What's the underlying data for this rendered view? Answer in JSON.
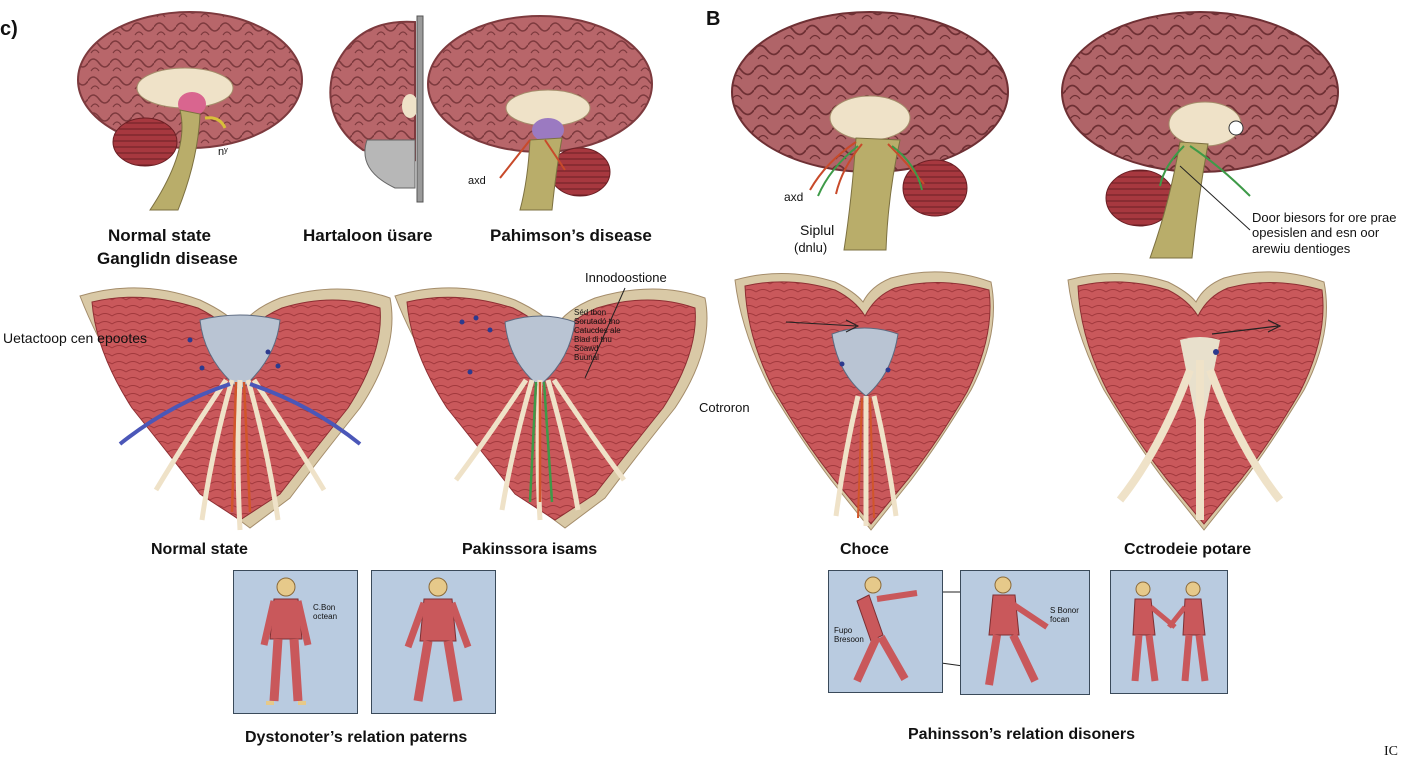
{
  "panel_c": {
    "letter": "c)",
    "brain_labels": {
      "normal_state": "Normal state",
      "ganglion_disease": "Ganglidn disease",
      "hartaloon": "Hartaloon üsare",
      "parkinsons": "Pahimson’s disease",
      "pi": "nʸ",
      "axd": "axd"
    },
    "section_labels": {
      "left_annotation": "Uetactoop cen epootes",
      "innodoostione": "Innodoostione",
      "tiny_notes": "Séd tbon\nSorutadó tno\nCatucdes ale\nBiad di tnu\nSoawd\nBuunal",
      "normal_state": "Normal state",
      "pakinssora": "Pakinssora isams"
    },
    "figure_notes": {
      "c_bon": "C.Bon\noctean"
    },
    "caption": "Dystonoter’s relation paterns"
  },
  "panel_b": {
    "letter": "B",
    "brain_labels": {
      "axd": "axd",
      "siplul": "Siplul",
      "siplul_sub": "(dnlu)",
      "door_note_1": "Door biesors for ore prae",
      "door_note_2": "opesislen and esn oor",
      "door_note_3": "arewiu dentioges"
    },
    "section_labels": {
      "cotroron": "Cotroron",
      "choce": "Choce",
      "cctrodeie": "Cctrodeie potare"
    },
    "figure_notes": {
      "fupo": "Fupo\nBresoon",
      "s_bonor": "S Bonor\nfocan"
    },
    "caption": "Pahinsson’s relation disoners"
  },
  "corner_mark": "IC",
  "colors": {
    "cortex": "#b8666a",
    "cortex_dark": "#7d3a3e",
    "white_matter": "#efe2c8",
    "stem": "#b9ad6a",
    "cerebellum": "#a7383f",
    "tissue": "#c9585b",
    "tissue_dark": "#8e2f33",
    "outline": "#d9c9a6",
    "figure_bg": "#b9cbe0",
    "ventricle": "#b9c4d3",
    "nerve_blue": "#4b57b8"
  }
}
